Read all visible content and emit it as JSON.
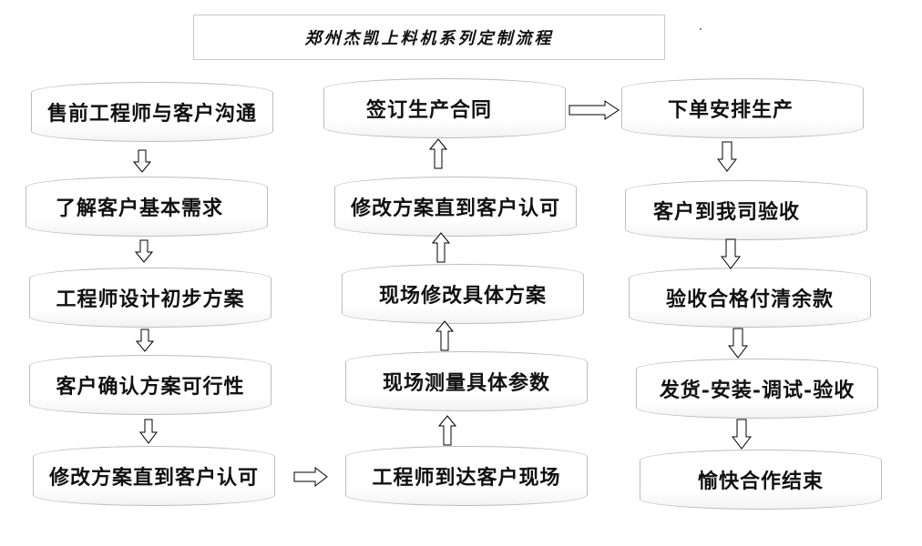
{
  "title": "郑州杰凯上料机系列定制流程",
  "column1": [
    "售前工程师与客户沟通",
    "了解客户基本需求",
    "工程师设计初步方案",
    "客户确认方案可行性",
    "修改方案直到客户认可"
  ],
  "column2": [
    "签订生产合同",
    "修改方案直到客户认可",
    "现场修改具体方案",
    "现场测量具体参数",
    "工程师到达客户现场"
  ],
  "column3": [
    "下单安排生产",
    "客户到我司验收",
    "验收合格付清余款",
    "发货-安装-调试-验收",
    "愉快合作结束"
  ],
  "colors": {
    "node_border": "#bdbdbd",
    "arrow_stroke": "#000000",
    "title_border": "#c9c9c9"
  }
}
